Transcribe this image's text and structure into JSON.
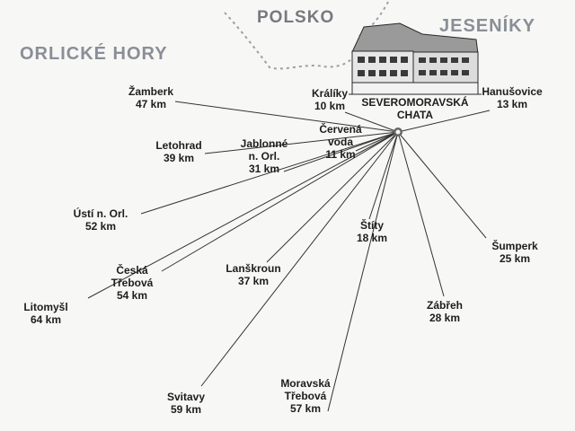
{
  "regions": {
    "orlicke_hory": "ORLICKÉ HORY",
    "polsko": "POLSKO",
    "jeseniky": "JESENÍKY"
  },
  "chata": {
    "line1": "SEVEROMORAVSKÁ",
    "line2": "CHATA"
  },
  "destinations": [
    {
      "id": "zamberk",
      "name_lines": [
        "Žamberk"
      ],
      "distance": "47 km"
    },
    {
      "id": "kraliky",
      "name_lines": [
        "Králíky"
      ],
      "distance": "10 km"
    },
    {
      "id": "hanusovice",
      "name_lines": [
        "Hanušovice"
      ],
      "distance": "13 km"
    },
    {
      "id": "cervena-voda",
      "name_lines": [
        "Červená",
        "voda"
      ],
      "distance": "11 km"
    },
    {
      "id": "letohrad",
      "name_lines": [
        "Letohrad"
      ],
      "distance": "39 km"
    },
    {
      "id": "jablonne",
      "name_lines": [
        "Jablonné",
        "n. Orl."
      ],
      "distance": "31 km"
    },
    {
      "id": "usti",
      "name_lines": [
        "Ústí n. Orl."
      ],
      "distance": "52 km"
    },
    {
      "id": "stity",
      "name_lines": [
        "Štíty"
      ],
      "distance": "18 km"
    },
    {
      "id": "sumperk",
      "name_lines": [
        "Šumperk"
      ],
      "distance": "25 km"
    },
    {
      "id": "ceska-trebova",
      "name_lines": [
        "Česká",
        "Třebová"
      ],
      "distance": "54 km"
    },
    {
      "id": "lanskroun",
      "name_lines": [
        "Lanškroun"
      ],
      "distance": "37 km"
    },
    {
      "id": "litomysl",
      "name_lines": [
        "Litomyšl"
      ],
      "distance": "64 km"
    },
    {
      "id": "zabreh",
      "name_lines": [
        "Zábřeh"
      ],
      "distance": "28 km"
    },
    {
      "id": "svitavy",
      "name_lines": [
        "Svitavy"
      ],
      "distance": "59 km"
    },
    {
      "id": "moravska-trebova",
      "name_lines": [
        "Moravská",
        "Třebová"
      ],
      "distance": "57 km"
    }
  ]
}
